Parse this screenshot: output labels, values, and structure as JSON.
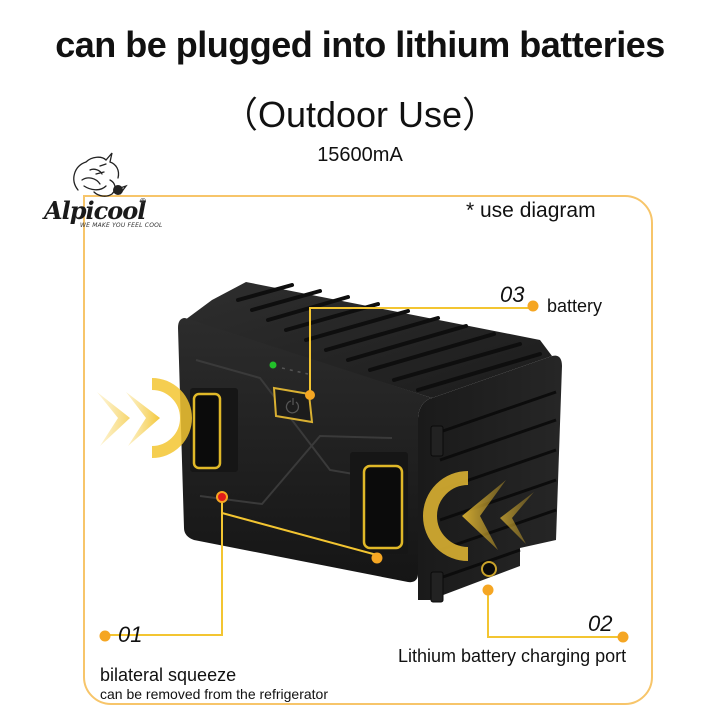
{
  "header": {
    "title": "can be plugged into lithium batteries",
    "subtitle": "（Outdoor Use）",
    "capacity": "15600mA"
  },
  "brand": {
    "name": "Alpicool",
    "registered": "®",
    "tagline": "WE MAKE YOU FEEL COOL"
  },
  "diagram": {
    "caption": "* use diagram",
    "frame_color": "#f7c56a",
    "accent_color": "#f5a623",
    "line_color": "#f3c531",
    "callouts": [
      {
        "number": "01",
        "label": "bilateral squeeze",
        "sublabel": "can be removed from the refrigerator"
      },
      {
        "number": "02",
        "label": "Lithium battery charging port"
      },
      {
        "number": "03",
        "label": "battery"
      }
    ]
  },
  "product": {
    "name": "lithium battery pack",
    "indicator_led_color": "#22c02a",
    "power_icon": "power-icon"
  }
}
